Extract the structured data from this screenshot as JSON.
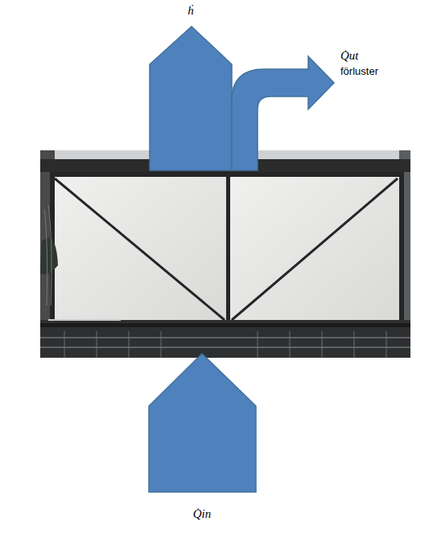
{
  "diagram": {
    "labels": [
      "ḣ",
      "Q̇ut",
      "förluster",
      "Q̇in"
    ]
  }
}
